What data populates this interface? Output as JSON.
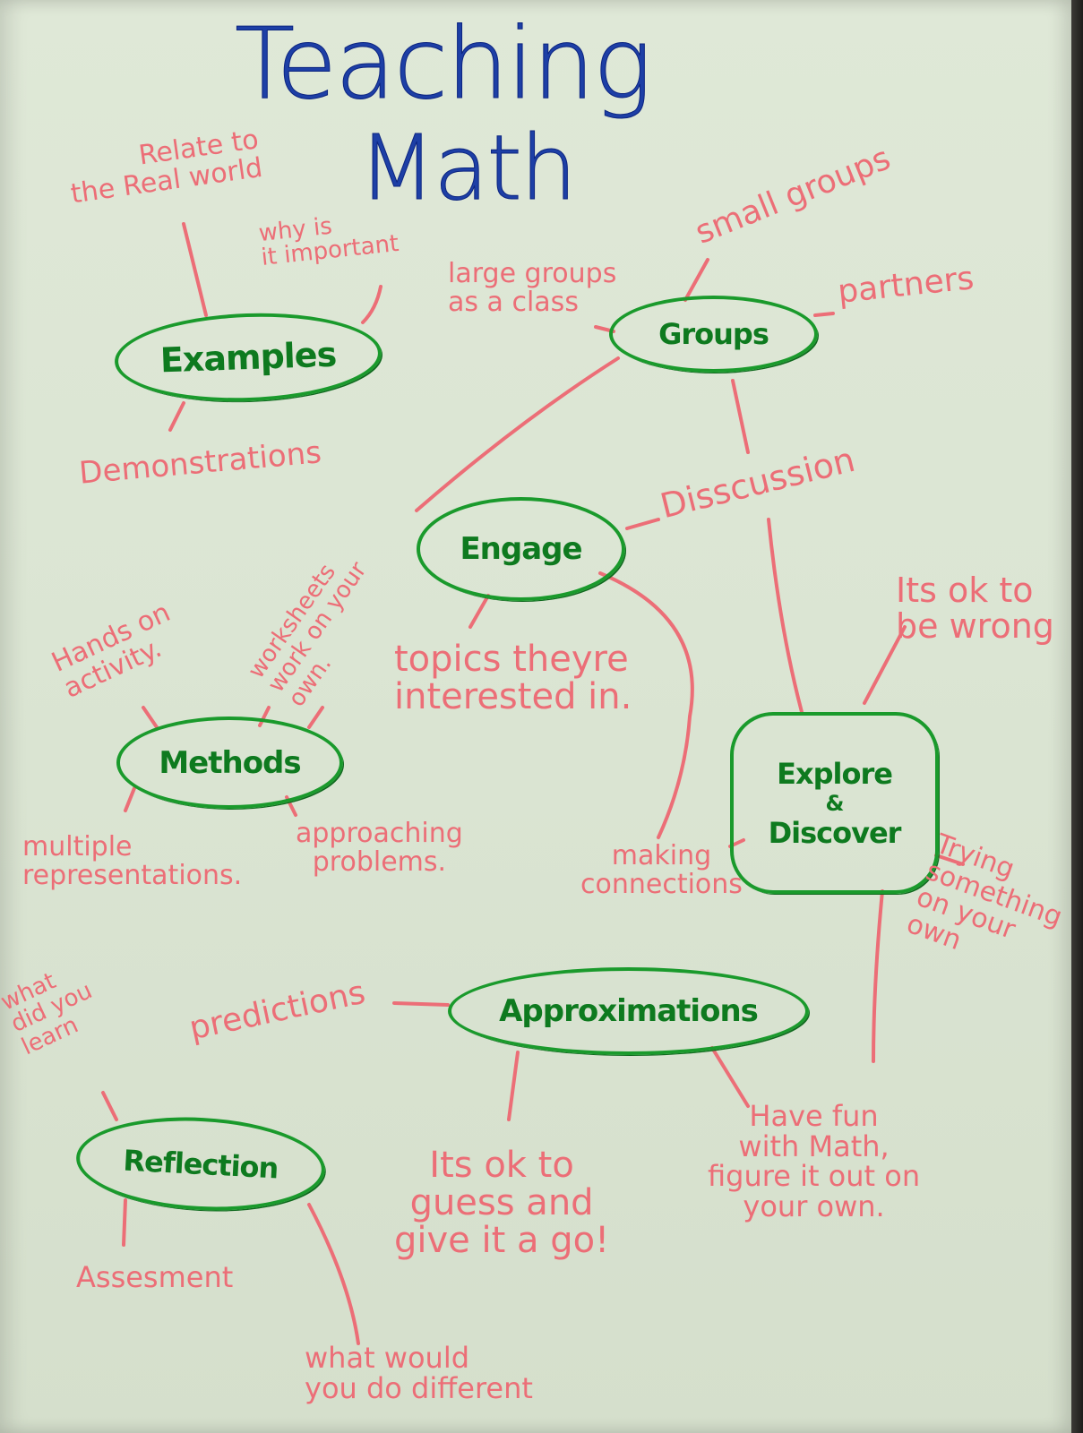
{
  "title": {
    "line1": "Teaching",
    "line2": "Math"
  },
  "colors": {
    "paper": "#dde6d5",
    "title_ink": "#1d3fa6",
    "node_ink": "#1a9a2c",
    "note_ink": "#ec6e77"
  },
  "nodes": {
    "examples": {
      "label": "Examples",
      "notes": [
        "Relate to\nthe Real world",
        "why is\nit important",
        "Demonstrations"
      ]
    },
    "groups": {
      "label": "Groups",
      "notes": [
        "small groups",
        "large groups\nas a class",
        "partners",
        "Disscussion"
      ]
    },
    "engage": {
      "label": "Engage",
      "notes": [
        "worksheets\nwork on your\nown.",
        "topics theyre\ninterested in."
      ]
    },
    "methods": {
      "label": "Methods",
      "notes": [
        "Hands on\nactivity.",
        "multiple\nrepresentations.",
        "approaching\nproblems."
      ]
    },
    "explore": {
      "label_line1": "Explore",
      "label_amp": "&",
      "label_line2": "Discover",
      "notes": [
        "Its ok to\nbe wrong",
        "making\nconnections",
        "Trying\nsomething\non your\nown"
      ]
    },
    "approximations": {
      "label": "Approximations",
      "notes": [
        "predictions",
        "Its ok to\nguess and\ngive it a go!",
        "Have fun\nwith Math,\nfigure it out on\nyour own."
      ]
    },
    "reflection": {
      "label": "Reflection",
      "notes": [
        "what\ndid you\nlearn",
        "Assesment",
        "what would\nyou do different"
      ]
    }
  }
}
